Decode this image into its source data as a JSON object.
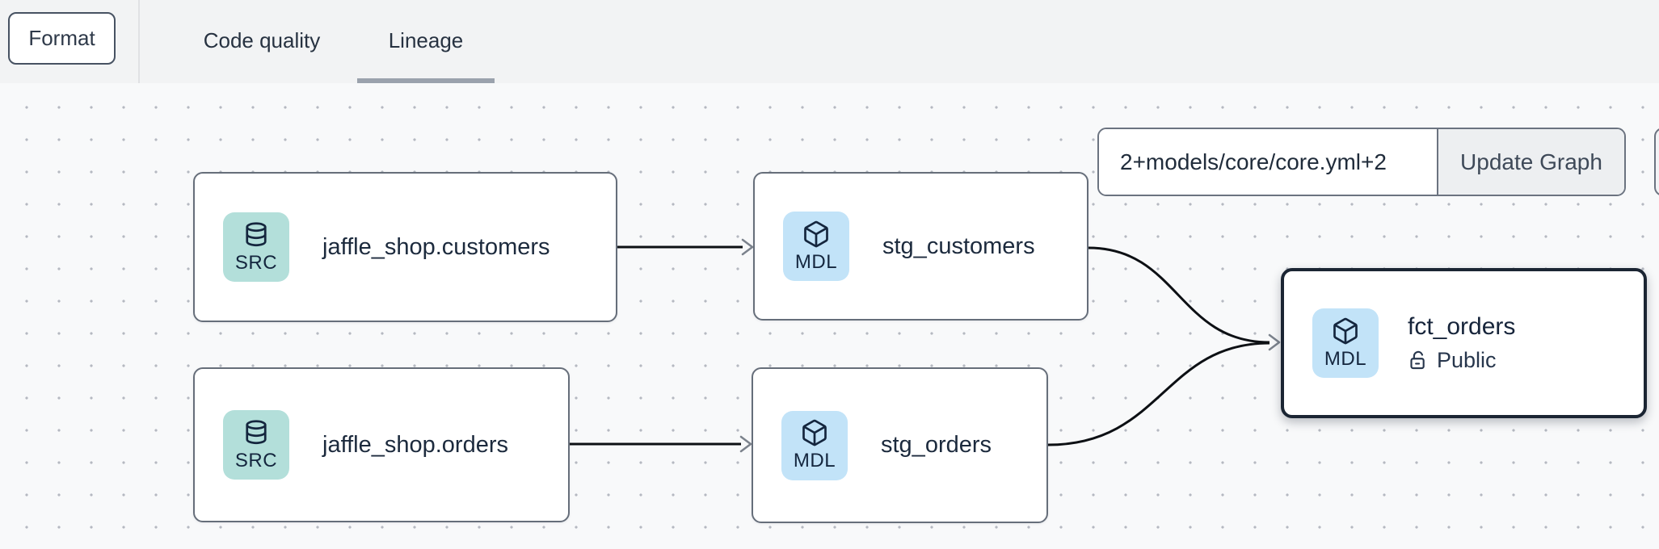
{
  "topbar": {
    "format_button": "Format",
    "tabs": [
      {
        "label": "Code quality",
        "active": false
      },
      {
        "label": "Lineage",
        "active": true
      }
    ]
  },
  "lineage": {
    "selector": {
      "value": "2+models/core/core.yml+2",
      "update_button": "Update Graph"
    },
    "nodes": [
      {
        "id": "jaffle_shop.customers",
        "badge": "SRC",
        "icon": "database-icon",
        "label": "jaffle_shop.customers",
        "selected": false
      },
      {
        "id": "stg_customers",
        "badge": "MDL",
        "icon": "cube-icon",
        "label": "stg_customers",
        "selected": false
      },
      {
        "id": "jaffle_shop.orders",
        "badge": "SRC",
        "icon": "database-icon",
        "label": "jaffle_shop.orders",
        "selected": false
      },
      {
        "id": "stg_orders",
        "badge": "MDL",
        "icon": "cube-icon",
        "label": "stg_orders",
        "selected": false
      },
      {
        "id": "fct_orders",
        "badge": "MDL",
        "icon": "cube-icon",
        "label": "fct_orders",
        "access": "Public",
        "access_icon": "lock-open-icon",
        "selected": true
      }
    ],
    "edges": [
      {
        "from": "jaffle_shop.customers",
        "to": "stg_customers"
      },
      {
        "from": "jaffle_shop.orders",
        "to": "stg_orders"
      },
      {
        "from": "stg_customers",
        "to": "fct_orders"
      },
      {
        "from": "stg_orders",
        "to": "fct_orders"
      }
    ]
  },
  "colors": {
    "source_badge_bg": "#b3dfda",
    "model_badge_bg": "#c2e3f8",
    "ink": "#14263e",
    "node_border": "#666e7a",
    "selected_node_border": "#1b2533",
    "edge": "#0d1014",
    "arrowhead": "#7b828c",
    "canvas_bg": "#f8f9fa",
    "topbar_bg": "#f2f3f4",
    "tab_underline": "#9ba2ad"
  }
}
